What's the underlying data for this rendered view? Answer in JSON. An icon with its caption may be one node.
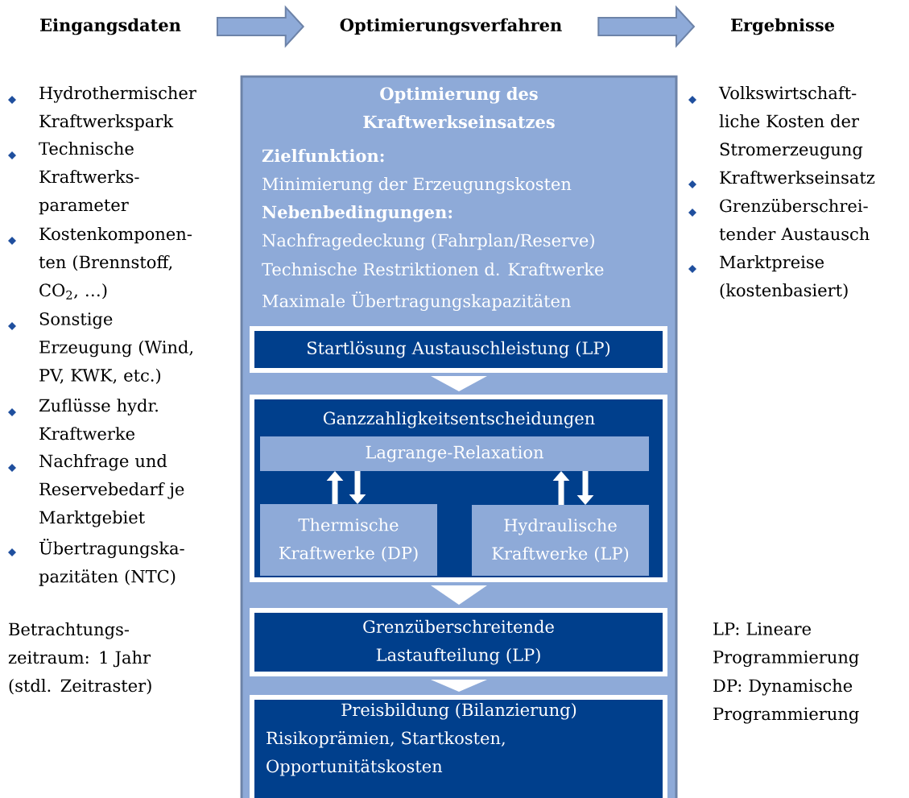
{
  "diagram": {
    "nodes": [
      {
        "text": [
          "Eingangsdaten"
        ]
      },
      {
        "text": [
          "Optimierungsverfahren"
        ]
      },
      {
        "text": [
          "Ergebnisse"
        ]
      },
      {
        "text": [
          "Optimierung des Kraftwerkseinsatzes",
          "Zielfunktion:",
          "Minimierung der Erzeugungskosten",
          "Nebenbedingungen:",
          "Nachfragedeckung (Fahrplan/Reserve)",
          "Technische Restriktionen d. Kraftwerke",
          "Maximale Übertragungskapazitäten"
        ]
      },
      {
        "text": [
          "Startlösung Austauschleistung (LP)"
        ],
        "in": 3
      },
      {
        "text": [
          "Ganzzahligkeitsentscheidungen"
        ],
        "in": 3
      },
      {
        "text": [
          "Lagrange-Relaxation"
        ],
        "in": 5
      },
      {
        "text": [
          "Thermische Kraftwerke (DP)"
        ],
        "in": 5
      },
      {
        "text": [
          "Hydraulische Kraftwerke (LP)"
        ],
        "in": 5
      },
      {
        "text": [
          "Grenzüberschreitende Lastaufteilung (LP)"
        ],
        "in": 3
      },
      {
        "text": [
          "Preisbildung (Bilanzierung)",
          "Risikoprämien, Startkosten, Opportunitätskosten"
        ],
        "in": 3
      }
    ],
    "edges": [
      {
        "from": 0,
        "to": 1,
        "arrow": "to"
      },
      {
        "from": 1,
        "to": 2,
        "arrow": "to"
      },
      {
        "from": 4,
        "to": 5,
        "arrow": "to"
      },
      {
        "from": 7,
        "to": 6,
        "arrow": "to"
      },
      {
        "from": 6,
        "to": 7,
        "arrow": "to"
      },
      {
        "from": 8,
        "to": 6,
        "arrow": "to"
      },
      {
        "from": 6,
        "to": 8,
        "arrow": "to"
      },
      {
        "from": 5,
        "to": 9,
        "arrow": "to"
      },
      {
        "from": 9,
        "to": 10,
        "arrow": "to"
      }
    ],
    "labels": [
      "Hydrothermischer Kraftwerkspark",
      "Technische Kraftwerks-parameter",
      "Kostenkomponen-ten (Brennstoff, CO$_{2}$, …)",
      "Sonstige Erzeugung (Wind, PV, KWK, etc.)",
      "Zuflüsse hydr. Kraftwerke",
      "Nachfrage und Reservebedarf je Marktgebiet",
      "Übertragungska-pazitäten (NTC)",
      "Volkswirtschaft-liche Kosten der Stromerzeugung",
      "Kraftwerkseinsatz",
      "Grenzüberschrei-tender Austausch",
      "Marktpreise (kostenbasiert)",
      "Betrachtungs-zeitraum: 1 Jahr (stdl. Zeitraster)",
      "LP: Lineare Programmierung",
      "DP: Dynamische Programmierung"
    ]
  }
}
